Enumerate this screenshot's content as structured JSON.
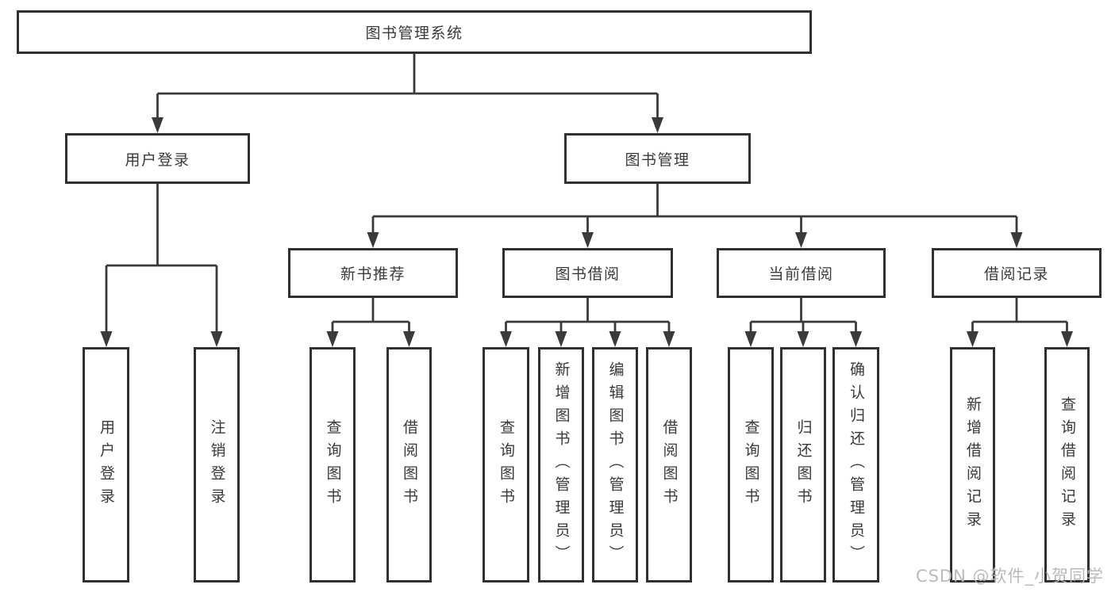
{
  "diagram": {
    "title": "图书管理系统",
    "tree": {
      "label": "图书管理系统",
      "children": [
        {
          "label": "用户登录",
          "children": [
            {
              "label": "用户登录"
            },
            {
              "label": "注销登录"
            }
          ]
        },
        {
          "label": "图书管理",
          "children": [
            {
              "label": "新书推荐",
              "children": [
                {
                  "label": "查询图书"
                },
                {
                  "label": "借阅图书"
                }
              ]
            },
            {
              "label": "图书借阅",
              "children": [
                {
                  "label": "查询图书"
                },
                {
                  "label": "新增图书（管理员）"
                },
                {
                  "label": "编辑图书（管理员）"
                },
                {
                  "label": "借阅图书"
                }
              ]
            },
            {
              "label": "当前借阅",
              "children": [
                {
                  "label": "查询图书"
                },
                {
                  "label": "归还图书"
                },
                {
                  "label": "确认归还（管理员）"
                }
              ]
            },
            {
              "label": "借阅记录",
              "children": [
                {
                  "label": "新增借阅记录"
                },
                {
                  "label": "查询借阅记录"
                }
              ]
            }
          ]
        }
      ]
    },
    "colors": {
      "line": "#3a3a3a",
      "box_border": "#303030",
      "text": "#3a3a3a",
      "watermark": "#b6b6b6",
      "background": "#ffffff"
    },
    "watermark": {
      "text": "CSDN @软件_小贺同学"
    }
  }
}
